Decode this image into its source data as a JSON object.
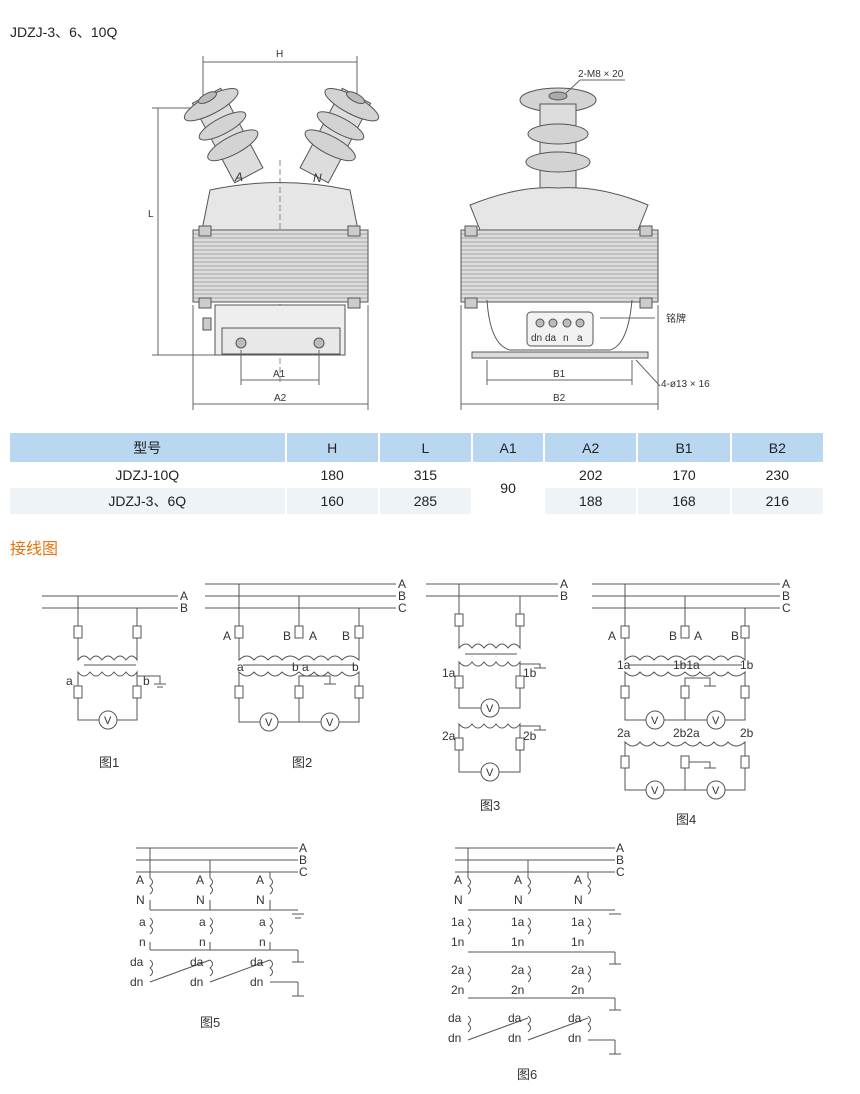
{
  "title": "JDZJ-3、6、10Q",
  "drawing": {
    "dim_H": "H",
    "dim_L": "L",
    "dim_A1": "A1",
    "dim_A2": "A2",
    "dim_B1": "B1",
    "dim_B2": "B2",
    "label_A": "A",
    "label_N": "N",
    "bolt_note": "2-M8 × 20",
    "nameplate": "铭牌",
    "holes_note": "4-ø13 × 16",
    "terminal_labels": [
      "dn",
      "da",
      "n",
      "a"
    ]
  },
  "table": {
    "headers": [
      "型号",
      "H",
      "L",
      "A1",
      "A2",
      "B1",
      "B2"
    ],
    "rows": [
      {
        "model": "JDZJ-10Q",
        "H": "180",
        "L": "315",
        "A2": "202",
        "B1": "170",
        "B2": "230"
      },
      {
        "model": "JDZJ-3、6Q",
        "H": "160",
        "L": "285",
        "A2": "188",
        "B1": "168",
        "B2": "216"
      }
    ],
    "A1_merged": "90"
  },
  "section_title": "接线图",
  "wiring": {
    "bus_A": "A",
    "bus_B": "B",
    "bus_C": "C",
    "V": "V",
    "a": "a",
    "b": "b",
    "n": "n",
    "N": "N",
    "da": "da",
    "dn": "dn",
    "a1": "1a",
    "b1": "1b",
    "a2": "2a",
    "b2": "2b",
    "n1": "1n",
    "n2": "2n",
    "ba": "b a",
    "b1a": "1b1a",
    "b2a": "2b2a",
    "captions": [
      "图1",
      "图2",
      "图3",
      "图4",
      "图5",
      "图6"
    ]
  },
  "colors": {
    "accent": "#e8730c",
    "table_header": "#b9d7f0",
    "table_stripe": "#eef3f8"
  }
}
